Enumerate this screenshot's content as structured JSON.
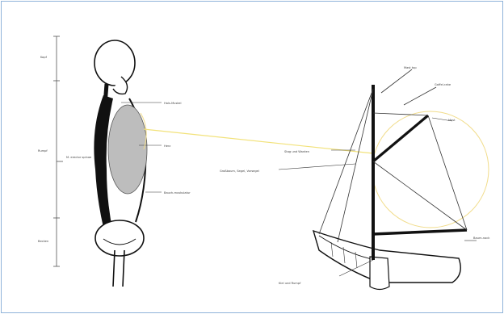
{
  "colors": {
    "frame_border": "#8fb3d9",
    "sightline": "#f2e27a",
    "circle": "#f1dc8a",
    "ink": "#111111",
    "torso_fill": "#bdbdbd"
  },
  "labels": {
    "head": "Kopf",
    "torso": "Rumpf",
    "pelvis": "Becken",
    "spine": "M. erector spinae",
    "neck_muscle": "Hals-Muskel",
    "heart": "Herz",
    "abdomen": "Bauch-muskulatur",
    "masthead": "Mast top",
    "gaff_yard": "Gaffel-rahe",
    "mast": "Mast",
    "backstay_forestay": "Stag und Wanten",
    "boom_sail_fore": "Großbaum, Segel, Vorsegel",
    "boom": "Baum-nock",
    "keel": "Kiel und Rumpf"
  }
}
